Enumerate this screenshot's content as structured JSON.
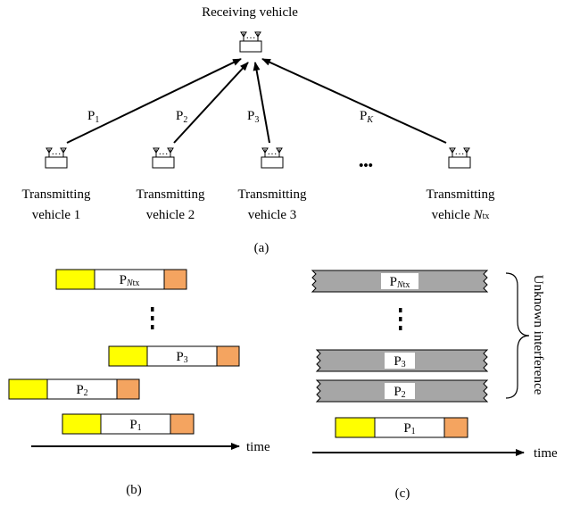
{
  "panel_a": {
    "receiver_label": "Receiving vehicle",
    "transmitters": [
      {
        "line1": "Transmitting",
        "line2_main": "vehicle 1",
        "line2_italic": "",
        "line2_sub": ""
      },
      {
        "line1": "Transmitting",
        "line2_main": "vehicle 2",
        "line2_italic": "",
        "line2_sub": ""
      },
      {
        "line1": "Transmitting",
        "line2_main": "vehicle 3",
        "line2_italic": "",
        "line2_sub": ""
      },
      {
        "line1": "Transmitting",
        "line2_main": "vehicle ",
        "line2_italic": "N",
        "line2_sub": "tx"
      }
    ],
    "links": [
      {
        "main": "P",
        "sub": "1",
        "sub_italic": false
      },
      {
        "main": "P",
        "sub": "2",
        "sub_italic": false
      },
      {
        "main": "P",
        "sub": "3",
        "sub_italic": false
      },
      {
        "main": "P",
        "sub": "K",
        "sub_italic": true
      }
    ],
    "ellipsis": "•••",
    "caption": "(a)"
  },
  "panel_b": {
    "packets": [
      {
        "main": "P",
        "sub_italic": "N",
        "sub": "tx"
      },
      {
        "main": "P",
        "sub_italic": "",
        "sub": "3"
      },
      {
        "main": "P",
        "sub_italic": "",
        "sub": "2"
      },
      {
        "main": "P",
        "sub_italic": "",
        "sub": "1"
      }
    ],
    "vdots": "⋮",
    "time_label": "time",
    "caption": "(b)"
  },
  "panel_c": {
    "interference_packets": [
      {
        "main": "P",
        "sub_italic": "N",
        "sub": "tx"
      },
      {
        "main": "P",
        "sub_italic": "",
        "sub": "3"
      },
      {
        "main": "P",
        "sub_italic": "",
        "sub": "2"
      }
    ],
    "desired_packet": {
      "main": "P",
      "sub_italic": "",
      "sub": "1"
    },
    "brace_label": "Unknown interference",
    "vdots": "⋮",
    "time_label": "time",
    "caption": "(c)"
  },
  "colors": {
    "preamble": "#ffff00",
    "postamble": "#f4a460",
    "interference": "#a6a6a6",
    "payload": "#ffffff",
    "stroke": "#000000"
  }
}
